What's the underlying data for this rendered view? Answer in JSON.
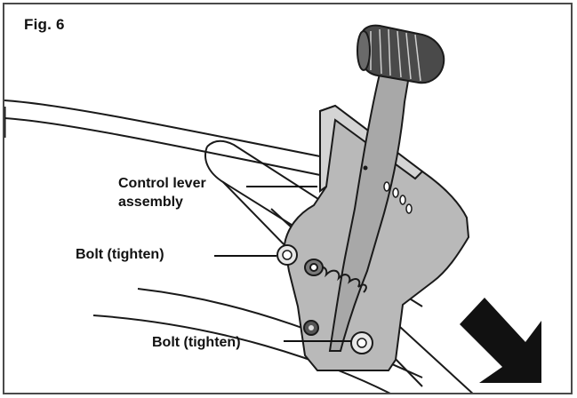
{
  "figure": {
    "label": "Fig. 6"
  },
  "callouts": {
    "lever_line1": "Control lever",
    "lever_line2": "assembly",
    "bolt_upper": "Bolt (tighten)",
    "bolt_lower": "Bolt (tighten)"
  },
  "colors": {
    "outline": "#1a1a1a",
    "bracket_fill": "#b9b9b9",
    "lever_fill": "#a8a8a8",
    "knob_fill": "#4a4a4a",
    "arrow_fill": "#111111",
    "frame_border": "#4a4a4a"
  },
  "icons": {
    "direction_arrow": "arrow-down-right-icon"
  }
}
